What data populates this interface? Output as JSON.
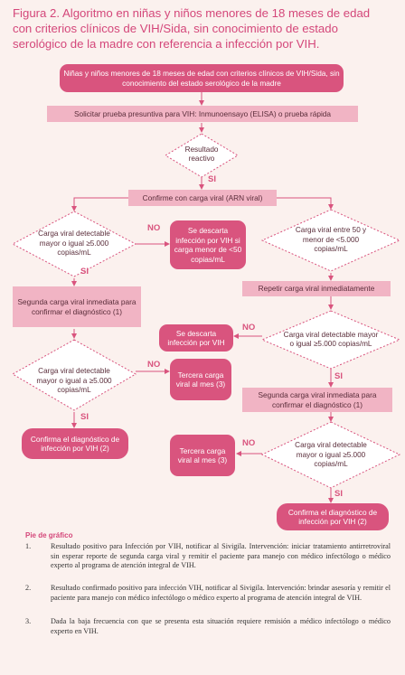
{
  "title": "Figura 2. Algoritmo en niñas y niños menores de 18 meses de edad con criterios clínicos de VIH/Sida, sin conocimiento de estado serológico de la madre con referencia a infección por  VIH.",
  "nodes": {
    "start": "Niñas y niños menores de 18 meses de edad con criterios clínicos de VIH/Sida, sin conocimiento del estado serológico de la madre",
    "presumptive_test": "Solicitar prueba presuntiva para VIH: Inmunoensayo (ELISA) o prueba rápida",
    "reactive_result": "Resultado reactivo",
    "confirm_viral_load": "Confirme con carga viral (ARN viral)",
    "left_detectable_1": "Carga viral detectable mayor o igual ≥5.000 copias/mL",
    "discard_lt50": "Se descarta infección por VIH si carga menor de <50 copias/mL",
    "right_range": "Carga viral entre 50 y menor de <5.000 copias/mL",
    "second_viral_load_left": "Segunda carga viral inmediata para confirmar el diagnóstico (1)",
    "repeat_viral_load": "Repetir carga viral inmediatamente",
    "discard_right": "Se descarta infección por VIH",
    "right_detectable_1": "Carga viral detectable mayor o igual ≥5.000 copias/mL",
    "left_detectable_2": "Carga viral detectable mayor o igual a ≥5.000 copias/mL",
    "third_viral_load_left": "Tercera carga viral al mes (3)",
    "second_viral_load_right": "Segunda carga viral inmediata para confirmar el diagnóstico (1)",
    "confirm_dx_left": "Confirma el diagnóstico de infección por VIH (2)",
    "third_viral_load_right": "Tercera carga viral al mes (3)",
    "right_detectable_2": "Carga viral detectable mayor o igual ≥5.000 copias/mL",
    "confirm_dx_right": "Confirma el diagnóstico de infección por VIH (2)"
  },
  "labels": {
    "yes": "SI",
    "no": "NO"
  },
  "footer": {
    "title": "Pie de gráfico",
    "notes": [
      {
        "num": "1.",
        "text": "Resultado positivo para Infección por VIH, notificar al Sivigila. Intervención: iniciar tratamiento antirretroviral sin esperar reporte de segunda carga viral y remitir el paciente para manejo con médico infectólogo o médico experto al programa de atención integral de VIH."
      },
      {
        "num": "2.",
        "text": "Resultado confirmado positivo para infección VIH, notificar al Sivigila. Intervención: brindar asesoría y remitir el paciente para manejo con médico infectólogo o médico experto al programa de atención integral de VIH."
      },
      {
        "num": "3.",
        "text": "Dada la baja frecuencia con que se presenta esta situación requiere remisión a médico infectólogo o médico experto en VIH."
      }
    ]
  },
  "colors": {
    "dark": "#d9547e",
    "light": "#f1b4c4",
    "line": "#d9547e",
    "background": "#fbf1ee"
  }
}
